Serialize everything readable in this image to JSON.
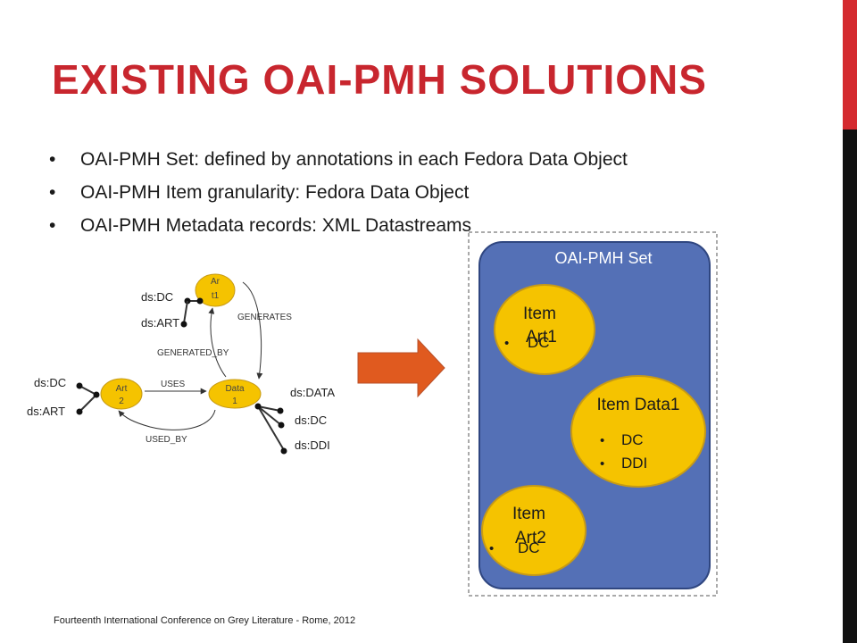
{
  "slide": {
    "title": "EXISTING OAI-PMH SOLUTIONS",
    "bullets": [
      "OAI-PMH Set: defined by annotations in each Fedora Data Object",
      "OAI-PMH Item granularity: Fedora Data Object",
      "OAI-PMH Metadata records: XML Datastreams"
    ],
    "footer": "Fourteenth International Conference on Grey Literature - Rome, 2012"
  },
  "graph": {
    "nodes": {
      "art1": "Ar t1",
      "art2": "Art 2",
      "data1": "Data 1"
    },
    "edges": {
      "generates": "GENERATES",
      "generated_by": "GENERATED_BY",
      "uses": "USES",
      "used_by": "USED_BY"
    },
    "datastreams": {
      "art1": [
        "ds:DC",
        "ds:ART"
      ],
      "art2": [
        "ds:DC",
        "ds:ART"
      ],
      "data1": [
        "ds:DATA",
        "ds:DC",
        "ds:DDI"
      ]
    }
  },
  "oai_set": {
    "label": "OAI-PMH Set",
    "items": [
      {
        "title": "Item Art1",
        "records": [
          "DC"
        ]
      },
      {
        "title": "Item Data1",
        "records": [
          "DC",
          "DDI"
        ]
      },
      {
        "title": "Item Art2",
        "records": [
          "DC"
        ]
      }
    ]
  },
  "colors": {
    "title": "#c8262e",
    "node_fill": "#f5c300",
    "node_stroke": "#c69a16",
    "set_fill": "#5470b6",
    "set_stroke": "#2f4680",
    "arrow": "#e05a1f",
    "sidebar_red": "#d42a2f",
    "sidebar_black": "#111111"
  }
}
